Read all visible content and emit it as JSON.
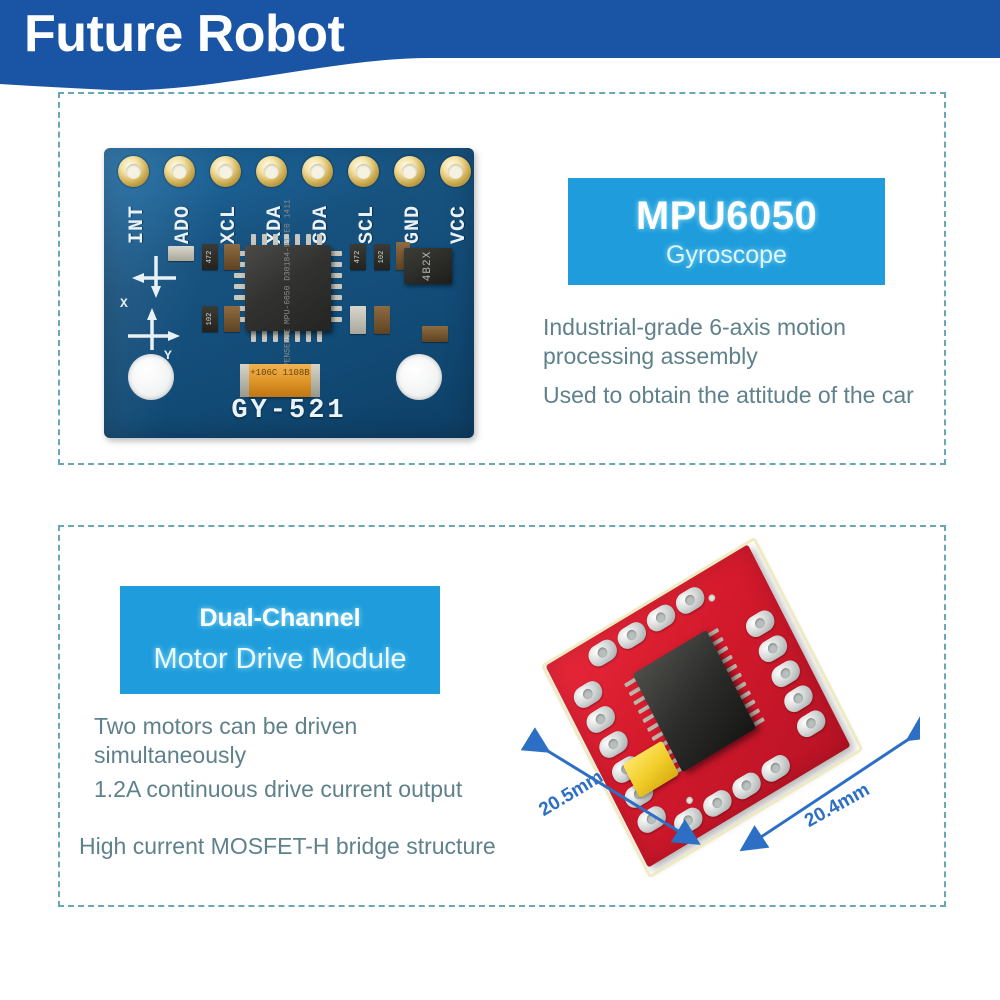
{
  "header": {
    "brand": "Future Robot",
    "band_color": "#1a55a5"
  },
  "colors": {
    "accent_blue": "#1e9cdb",
    "brand_blue": "#1a55a5",
    "dashed_border": "#6aa7b5",
    "body_text": "#5f818b",
    "dimension_text": "#2c6fc4"
  },
  "panels": [
    {
      "id": "gyro",
      "title_main": "MPU6050",
      "title_sub": "Gyroscope",
      "features": [
        "Industrial-grade 6-axis motion processing assembly",
        "Used to obtain the attitude of the car"
      ],
      "product": {
        "silkscreen": "GY-521",
        "pins": [
          "INT",
          "ADO",
          "XCL",
          "XDA",
          "SDA",
          "SCL",
          "GND",
          "VCC"
        ],
        "chip_marking": "INVENSENSE MPU-6050 D30184-91 E0 1411",
        "regulator_marking": "4B2X",
        "capacitor_marking": "+106C 1108B",
        "axis_labels": [
          "X",
          "Y"
        ],
        "smd_codes": [
          "102",
          "472",
          "472",
          "102",
          "102"
        ]
      }
    },
    {
      "id": "motor",
      "title_main": "Dual-Channel",
      "title_sub": "Motor Drive Module",
      "features": [
        "Two motors can be driven simultaneously",
        "1.2A continuous drive current output",
        "High current MOSFET-H bridge structure"
      ],
      "product": {
        "dimension_left": "20.5mm",
        "dimension_right": "20.4mm"
      }
    }
  ]
}
